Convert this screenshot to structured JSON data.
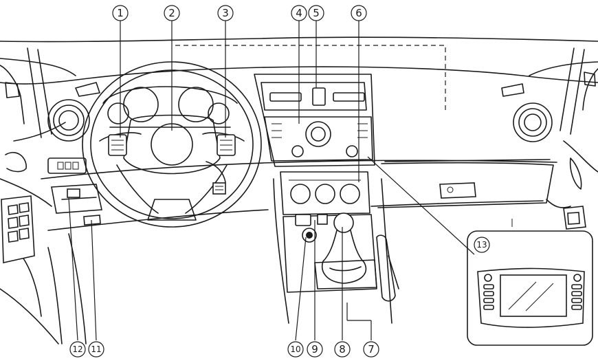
{
  "callouts": [
    {
      "id": "c1",
      "label": "1",
      "text": "①"
    },
    {
      "id": "c2",
      "label": "2",
      "text": "②"
    },
    {
      "id": "c3",
      "label": "3",
      "text": "③"
    },
    {
      "id": "c4",
      "label": "4",
      "text": "④"
    },
    {
      "id": "c5",
      "label": "5",
      "text": "⑤"
    },
    {
      "id": "c6",
      "label": "6",
      "text": "⑥"
    },
    {
      "id": "c7",
      "label": "7",
      "text": "⑦"
    },
    {
      "id": "c8",
      "label": "8",
      "text": "⑧"
    },
    {
      "id": "c9",
      "label": "9",
      "text": "⑨"
    },
    {
      "id": "c10",
      "label": "10",
      "text": "⑩"
    },
    {
      "id": "c11",
      "label": "11",
      "text": "⑪"
    },
    {
      "id": "c12",
      "label": "12",
      "text": "⑫"
    },
    {
      "id": "c13",
      "label": "13",
      "text": "⑬"
    }
  ]
}
